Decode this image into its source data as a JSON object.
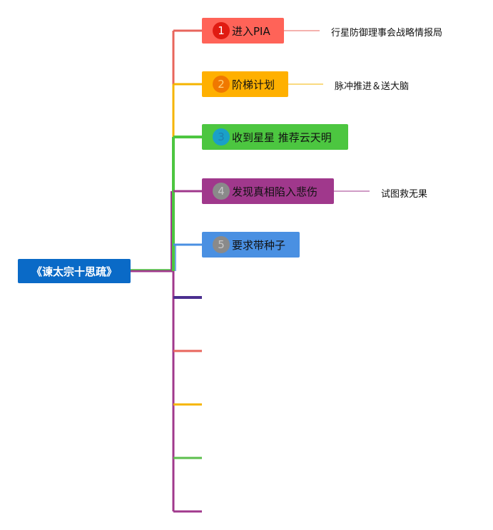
{
  "root": {
    "label": "《谏太宗十思疏》",
    "color": "#0a6ac7"
  },
  "topics": [
    {
      "number": "1",
      "label": "进入PIA",
      "note": "行星防御理事会战略情报局",
      "color": "#ff6358",
      "badge_color": "#e01b12",
      "badge_text_color": "#ffffff",
      "line_color": "#e8655c"
    },
    {
      "number": "2",
      "label": "阶梯计划",
      "note": "脉冲推进＆送大脑",
      "color": "#ffb000",
      "badge_color": "#f07800",
      "badge_text_color": "#ffd27a",
      "line_color": "#f5b400"
    },
    {
      "number": "3",
      "label": "收到星星 推荐云天明",
      "note": "",
      "color": "#4cc640",
      "badge_color": "#1aa0c8",
      "badge_text_color": "#1f7fb0",
      "line_color": "#4cc640"
    },
    {
      "number": "4",
      "label": "发现真相陷入悲伤",
      "note": "试图救无果",
      "color": "#a0388c",
      "badge_color": "#8a8a8a",
      "badge_text_color": "#c8c8c8",
      "line_color": "#a0388c"
    },
    {
      "number": "5",
      "label": "要求带种子",
      "note": "",
      "color": "#4a90e2",
      "badge_color": "#8a8a8a",
      "badge_text_color": "#c8c8c8",
      "line_color": "#4a90e2"
    }
  ],
  "empty_branch_colors": [
    "#4b2f8f",
    "#e8655c",
    "#f5b400",
    "#5cbf4c",
    "#a0388c"
  ]
}
